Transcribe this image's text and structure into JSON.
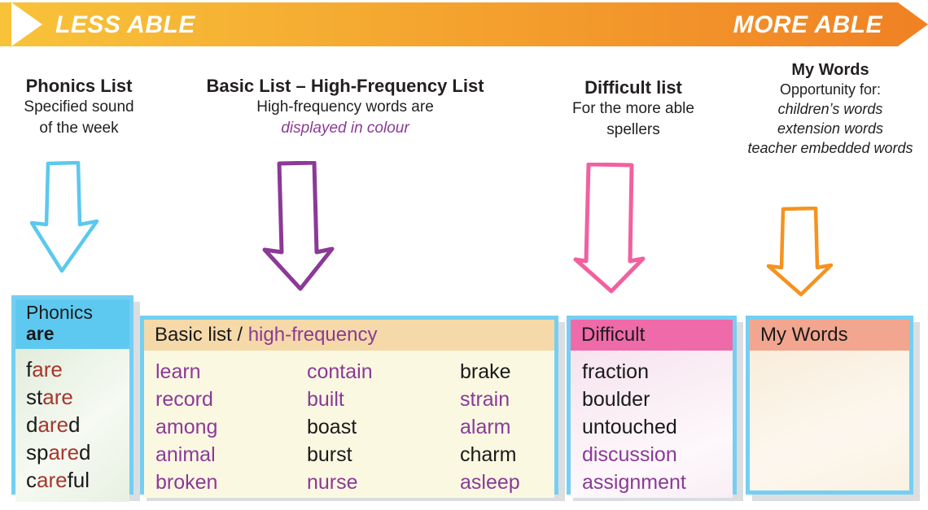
{
  "palette": {
    "k": "#1A1A1A",
    "p": "#8B3A96",
    "r": "#A6372D"
  },
  "banner": {
    "left_label": "LESS ABLE",
    "right_label": "MORE ABLE",
    "gradient_start": "#F8C339",
    "gradient_end": "#F08124"
  },
  "columns": [
    {
      "title": "Phonics List",
      "subtitle_lines": [
        "Specified sound",
        "of the week"
      ],
      "arrow_color": "#5BC8EE"
    },
    {
      "title": "Basic List – High-Frequency List",
      "subtitle_lines": [
        "High-frequency words are"
      ],
      "accent_line": "displayed in colour",
      "accent_color": "#8B3A96",
      "arrow_color": "#8B3A96"
    },
    {
      "title": "Difficult list",
      "subtitle_lines": [
        "For the more able",
        "spellers"
      ],
      "arrow_color": "#F2609F"
    },
    {
      "title": "My Words",
      "subtitle_lines": [
        "Opportunity for:"
      ],
      "italic_lines": [
        "children’s words",
        "extension words",
        "teacher embedded words"
      ],
      "arrow_color": "#F6921E"
    }
  ],
  "boxes": {
    "phonics": {
      "header_line1": "Phonics",
      "header_line2": "are",
      "header_bg": "#5EC9F0",
      "words": [
        [
          {
            "t": "f",
            "c": "k"
          },
          {
            "t": "are",
            "c": "r"
          }
        ],
        [
          {
            "t": "st",
            "c": "k"
          },
          {
            "t": "are",
            "c": "r"
          }
        ],
        [
          {
            "t": "d",
            "c": "k"
          },
          {
            "t": "are",
            "c": "r"
          },
          {
            "t": "d",
            "c": "k"
          }
        ],
        [
          {
            "t": "sp",
            "c": "k"
          },
          {
            "t": "are",
            "c": "r"
          },
          {
            "t": "d",
            "c": "k"
          }
        ],
        [
          {
            "t": "c",
            "c": "k"
          },
          {
            "t": "are",
            "c": "r"
          },
          {
            "t": "ful",
            "c": "k"
          }
        ]
      ]
    },
    "basic": {
      "header_segments": [
        {
          "t": "Basic list / ",
          "c": "k"
        },
        {
          "t": "high-frequency",
          "c": "p"
        }
      ],
      "header_bg": "#F5D9A8",
      "columns": [
        [
          [
            {
              "t": "learn",
              "c": "p"
            }
          ],
          [
            {
              "t": "record",
              "c": "p"
            }
          ],
          [
            {
              "t": "among",
              "c": "p"
            }
          ],
          [
            {
              "t": "animal",
              "c": "p"
            }
          ],
          [
            {
              "t": "broken",
              "c": "p"
            }
          ]
        ],
        [
          [
            {
              "t": "contain",
              "c": "p"
            }
          ],
          [
            {
              "t": "built",
              "c": "p"
            }
          ],
          [
            {
              "t": "boast",
              "c": "k"
            }
          ],
          [
            {
              "t": "burst",
              "c": "k"
            }
          ],
          [
            {
              "t": "nurse",
              "c": "p"
            }
          ]
        ],
        [
          [
            {
              "t": "brake",
              "c": "k"
            }
          ],
          [
            {
              "t": "strain",
              "c": "p"
            }
          ],
          [
            {
              "t": "alarm",
              "c": "p"
            }
          ],
          [
            {
              "t": "charm",
              "c": "k"
            }
          ],
          [
            {
              "t": "asleep",
              "c": "p"
            }
          ]
        ]
      ]
    },
    "difficult": {
      "header": "Difficult",
      "header_bg": "#EF6AA9",
      "words": [
        [
          {
            "t": "fraction",
            "c": "k"
          }
        ],
        [
          {
            "t": "boulder",
            "c": "k"
          }
        ],
        [
          {
            "t": "untouched",
            "c": "k"
          }
        ],
        [
          {
            "t": "discussion",
            "c": "p"
          }
        ],
        [
          {
            "t": "assignment",
            "c": "p"
          }
        ]
      ]
    },
    "mywords": {
      "header": "My Words",
      "header_bg": "#F2A68F"
    }
  }
}
